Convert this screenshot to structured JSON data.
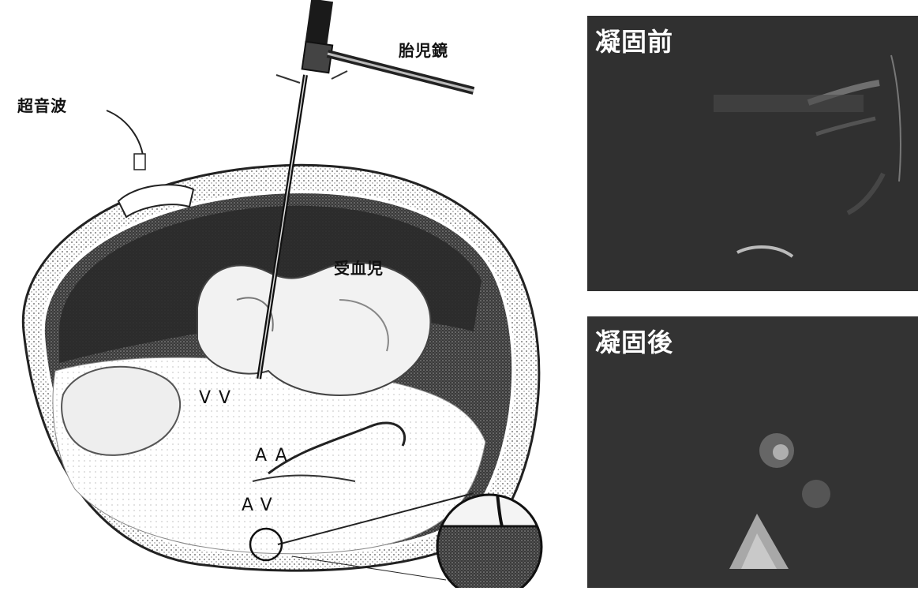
{
  "illustration": {
    "labels": {
      "ultrasound": "超音波",
      "fetoscope": "胎児鏡",
      "recipient": "受血児"
    },
    "markers": {
      "vv": "VV",
      "aa": "AA",
      "av": "AV"
    }
  },
  "photos": {
    "before": {
      "title": "凝固前"
    },
    "after": {
      "title": "凝固後"
    }
  }
}
